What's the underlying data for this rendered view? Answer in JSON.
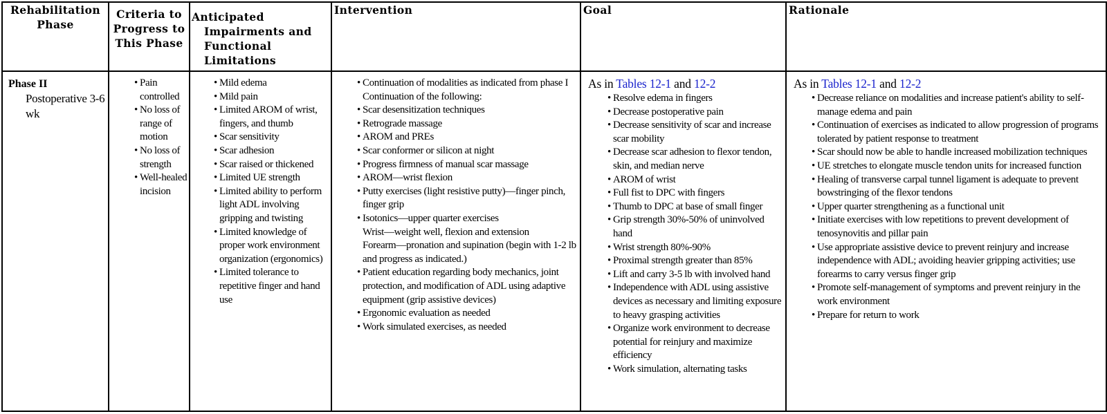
{
  "headers": {
    "phase": "Rehabilitation Phase",
    "criteria": "Criteria to Progress to This Phase",
    "impairments_line1": "Anticipated",
    "impairments_rest": "Impairments and Functional Limitations",
    "intervention": "Intervention",
    "goal": "Goal",
    "rationale": "Rationale"
  },
  "row": {
    "phase_name": "Phase II",
    "phase_sub": "Postoperative 3-6 wk",
    "criteria": [
      "Pain controlled",
      "No loss of range of motion",
      "No loss of strength",
      "Well-healed incision"
    ],
    "impairments": [
      "Mild edema",
      "Mild pain",
      "Limited AROM of wrist, fingers, and thumb",
      "Scar sensitivity",
      "Scar adhesion",
      "Scar raised or thickened",
      "Limited UE strength",
      "Limited ability to perform light ADL involving gripping and twisting",
      "Limited knowledge of proper work environment organization (ergonomics)",
      "Limited tolerance to repetitive finger and hand use"
    ],
    "intervention_first": "Continuation of modalities as indicated from phase I",
    "intervention_cont": "Continuation of the following:",
    "intervention_items": [
      "Scar desensitization techniques",
      "Retrograde massage",
      "AROM and PREs",
      "Scar conformer or silicon at night",
      "Progress firmness of manual scar massage",
      "AROM—wrist flexion",
      "Putty exercises (light resistive putty)—finger pinch, finger grip"
    ],
    "intervention_iso": "Isotonics—upper quarter exercises",
    "intervention_wrist": "Wrist—weight well, flexion and extension",
    "intervention_forearm": "Forearm—pronation and supination (begin with 1-2 lb and progress as indicated.)",
    "intervention_items2": [
      "Patient education regarding body mechanics, joint protection, and modification of ADL using adaptive equipment (grip assistive devices)",
      "Ergonomic evaluation as needed",
      "Work simulated exercises, as needed"
    ],
    "as_in_prefix": "As in",
    "link_tables": "Tables 12-1",
    "and_word": "and",
    "link_12_2": "12-2",
    "goals": [
      "Resolve edema in fingers",
      "Decrease postoperative pain",
      "Decrease sensitivity of scar and increase scar mobility",
      "Decrease scar adhesion to flexor tendon, skin, and median nerve",
      "AROM of wrist",
      "Full fist to DPC with fingers",
      "Thumb to DPC at base of small finger",
      "Grip strength 30%-50% of uninvolved hand",
      "Wrist strength 80%-90%",
      "Proximal strength greater than 85%",
      "Lift and carry 3-5 lb with involved hand",
      "Independence with ADL using assistive devices as necessary and limiting exposure to heavy grasping activities",
      "Organize work environment to decrease potential for reinjury and maximize efficiency",
      "Work simulation, alternating tasks"
    ],
    "rationale": [
      "Decrease reliance on modalities and increase patient's ability to self-manage edema and pain",
      "Continuation of exercises as indicated to allow progression of programs tolerated by patient response to treatment",
      "Scar should now be able to handle increased mobilization techniques",
      "UE stretches to elongate muscle tendon units for increased function",
      "Healing of transverse carpal tunnel ligament is adequate to prevent bowstringing of the flexor tendons",
      "Upper quarter strengthening as a functional unit",
      "Initiate exercises with low repetitions to prevent development of tenosynovitis and pillar pain",
      "Use appropriate assistive device to prevent reinjury and increase independence with ADL; avoiding heavier gripping activities; use forearms to carry versus finger grip",
      "Promote self-management of symptoms and prevent reinjury in the work environment",
      "Prepare for return to work"
    ]
  }
}
